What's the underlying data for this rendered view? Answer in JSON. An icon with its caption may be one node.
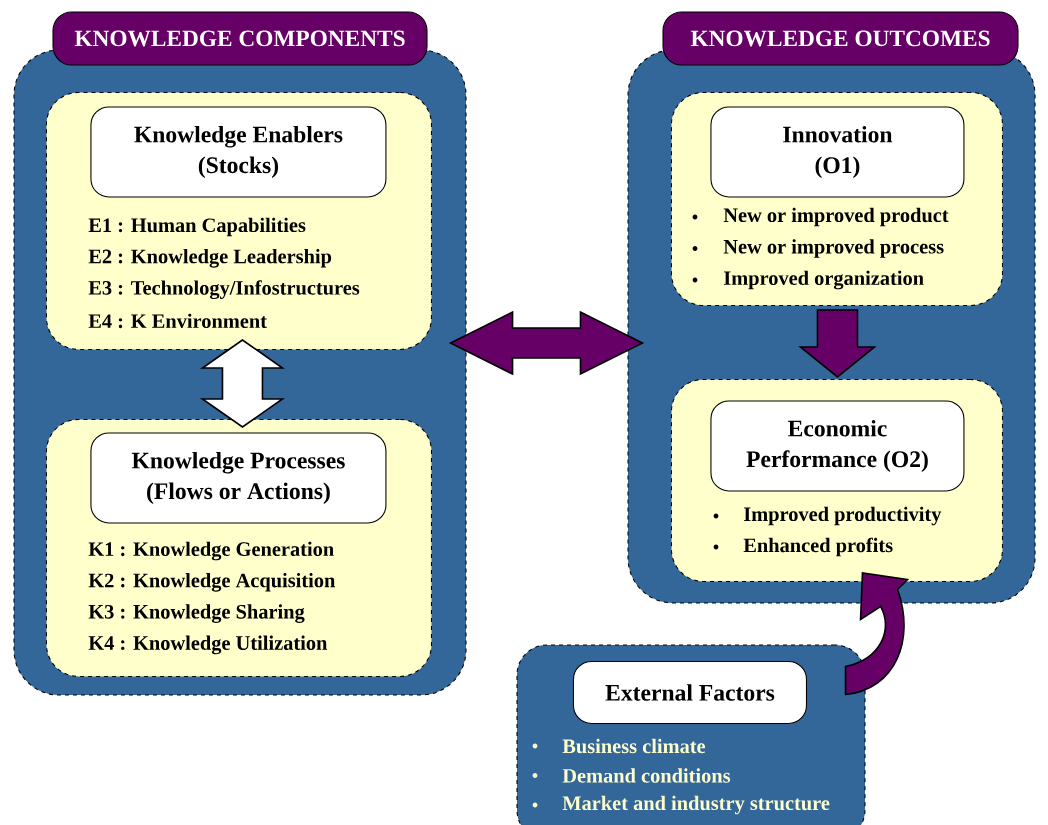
{
  "diagram": {
    "nodes": [
      {
        "text": [
          "KNOWLEDGE COMPONENTS"
        ]
      },
      {
        "text": [
          "E1 : Human Capabilities",
          "E2 : Knowledge Leadership",
          "E3 : Technology/Infostructures",
          "E4 : K Environment"
        ],
        "in": 0
      },
      {
        "text": [
          "Knowledge Enablers (Stocks)"
        ],
        "in": 1
      },
      {
        "text": [
          "K1 : Knowledge Generation",
          "K2 : Knowledge Acquisition",
          "K3 : Knowledge Sharing",
          "K4 : Knowledge Utilization"
        ],
        "in": 0
      },
      {
        "text": [
          "Knowledge Processes (Flows or Actions)"
        ],
        "in": 3
      },
      {
        "text": [
          "KNOWLEDGE OUTCOMES"
        ]
      },
      {
        "text": [
          "New or improved product",
          "New or improved process",
          "Improved organization"
        ],
        "in": 5
      },
      {
        "text": [
          "Innovation (O1)"
        ],
        "in": 6
      },
      {
        "text": [
          "Improved productivity",
          "Enhanced profits"
        ],
        "in": 5
      },
      {
        "text": [
          "Economic Performance (O2)"
        ],
        "in": 8
      },
      {
        "text": [
          "Business climate",
          "Demand conditions",
          "Market and industry structure"
        ]
      },
      {
        "text": [
          "External Factors"
        ],
        "in": 10
      }
    ],
    "edges": [
      {
        "from": 1,
        "to": 3,
        "arrow": "both",
        "color": "#ffffff"
      },
      {
        "from": 0,
        "to": 5,
        "arrow": "both"
      },
      {
        "from": 6,
        "to": 8,
        "arrow": "to"
      },
      {
        "from": 10,
        "to": 8,
        "arrow": "to"
      }
    ]
  }
}
